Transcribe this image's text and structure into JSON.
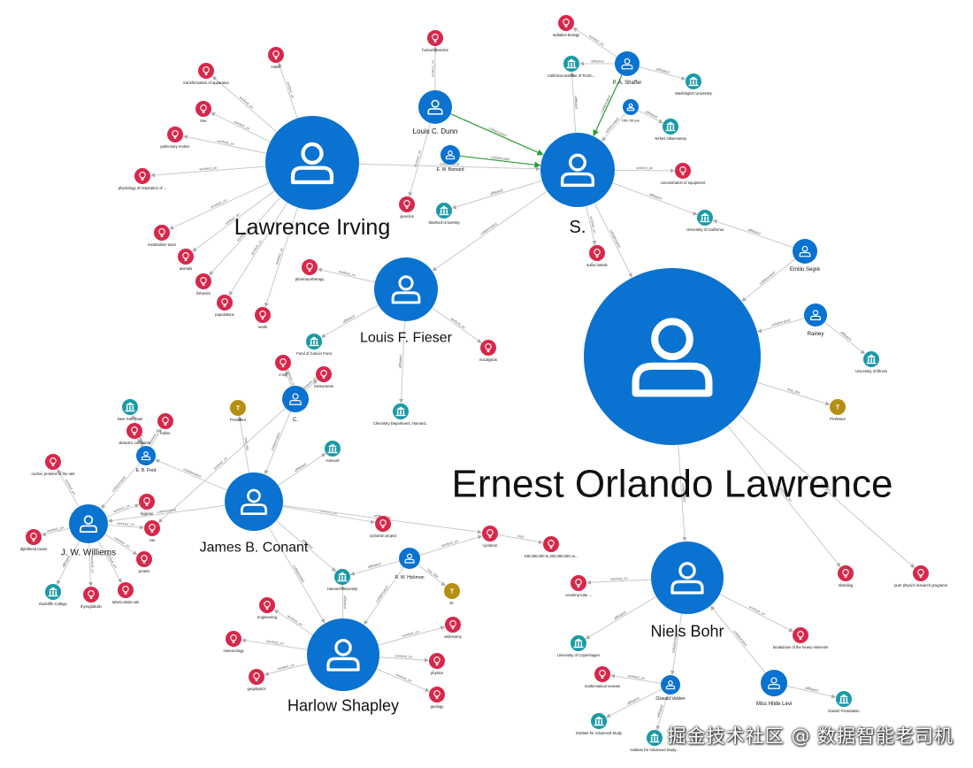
{
  "colors": {
    "person": "#0a72d0",
    "concept": "#d6284b",
    "institution": "#1a9aa6",
    "title": "#b58e12",
    "edge": "#c9c9c9",
    "edge_highlight": "#2e9a3a"
  },
  "nodes": [
    {
      "id": "lawrence",
      "type": "person",
      "label": "Ernest Orlando Lawrence"
    },
    {
      "id": "irving",
      "type": "person",
      "label": "Lawrence Irving"
    },
    {
      "id": "s",
      "type": "person",
      "label": "S."
    },
    {
      "id": "fieser",
      "type": "person",
      "label": "Louis F. Fieser"
    },
    {
      "id": "conant",
      "type": "person",
      "label": "James B. Conant"
    },
    {
      "id": "bohr",
      "type": "person",
      "label": "Niels Bohr"
    },
    {
      "id": "shapley",
      "type": "person",
      "label": "Harlow Shapley"
    },
    {
      "id": "williems",
      "type": "person",
      "label": "J. W. Williems"
    },
    {
      "id": "dunn",
      "type": "person",
      "label": "Louis C. Dunn"
    },
    {
      "id": "shaffer",
      "type": "person",
      "label": "P. A. Shaffer"
    },
    {
      "id": "segre",
      "type": "person",
      "label": "Emilio Segrè"
    },
    {
      "id": "rainey",
      "type": "person",
      "label": "Rainey"
    },
    {
      "id": "c",
      "type": "person",
      "label": "C."
    },
    {
      "id": "fred",
      "type": "person",
      "label": "E. B. Fred"
    },
    {
      "id": "hickman",
      "type": "person",
      "label": "R. W. Hickman"
    },
    {
      "id": "levi",
      "type": "person",
      "label": "Miss Hilde Levi"
    },
    {
      "id": "veblen",
      "type": "person",
      "label": "Oswald Veblen"
    },
    {
      "id": "struve",
      "type": "person",
      "label": "Otto Struve"
    },
    {
      "id": "barnard",
      "type": "person",
      "label": "E. W. Barnard"
    },
    {
      "id": "c_transform",
      "type": "concept",
      "label": "transformation of apparatus"
    },
    {
      "id": "c_insect",
      "type": "concept",
      "label": "insect"
    },
    {
      "id": "c_tree",
      "type": "concept",
      "label": "tree"
    },
    {
      "id": "c_pulmonary",
      "type": "concept",
      "label": "pulmonary motion"
    },
    {
      "id": "c_physiology",
      "type": "concept",
      "label": "physiology of respiration of ..."
    },
    {
      "id": "c_metabolism",
      "type": "concept",
      "label": "metabolism team"
    },
    {
      "id": "c_animals",
      "type": "concept",
      "label": "animals"
    },
    {
      "id": "c_fisheries",
      "type": "concept",
      "label": "fisheries"
    },
    {
      "id": "c_populations",
      "type": "concept",
      "label": "populations"
    },
    {
      "id": "c_seals",
      "type": "concept",
      "label": "seals"
    },
    {
      "id": "c_genetics",
      "type": "concept",
      "label": "human genetics"
    },
    {
      "id": "c_radiation",
      "type": "concept",
      "label": "radiation biology"
    },
    {
      "id": "c_concentration",
      "type": "concept",
      "label": "concentration of equipment"
    },
    {
      "id": "c_genetics2",
      "type": "concept",
      "label": "genetics"
    },
    {
      "id": "c_sulfur",
      "type": "concept",
      "label": "sulfur lamide"
    },
    {
      "id": "c_pharma",
      "type": "concept",
      "label": "pharmacotherapy"
    },
    {
      "id": "c_eucalyptus",
      "type": "concept",
      "label": "eucalyptus"
    },
    {
      "id": "c_x",
      "type": "concept",
      "label": "x-ray"
    },
    {
      "id": "c_instruments",
      "type": "concept",
      "label": "instruments"
    },
    {
      "id": "c_zo",
      "type": "concept",
      "label": "zoo"
    },
    {
      "id": "c_dielectric",
      "type": "concept",
      "label": "dielectric constants"
    },
    {
      "id": "c_nucleic",
      "type": "concept",
      "label": "nucleic proteins of the rats"
    },
    {
      "id": "c_hygiene",
      "type": "concept",
      "label": "hygiene"
    },
    {
      "id": "c_iodine",
      "type": "concept",
      "label": "iodine"
    },
    {
      "id": "c_protein",
      "type": "concept",
      "label": "protein"
    },
    {
      "id": "c_diphtheria",
      "type": "concept",
      "label": "diphtheria toxins"
    },
    {
      "id": "c_thyroglobulin",
      "type": "concept",
      "label": "thyroglobulin"
    },
    {
      "id": "c_tuberculosis",
      "type": "concept",
      "label": "tuberculosis rats"
    },
    {
      "id": "c_cyclotron_proj",
      "type": "concept",
      "label": "cyclotron project"
    },
    {
      "id": "c_cyclotron",
      "type": "concept",
      "label": "cyclotron"
    },
    {
      "id": "c_money",
      "type": "concept",
      "label": "100,000,000 to 200,000,000 vo..."
    },
    {
      "id": "c_engineering",
      "type": "concept",
      "label": "engineering"
    },
    {
      "id": "c_meteorology",
      "type": "concept",
      "label": "meteorology"
    },
    {
      "id": "c_geophysics",
      "type": "concept",
      "label": "geophysics"
    },
    {
      "id": "c_astronomy",
      "type": "concept",
      "label": "astronomy"
    },
    {
      "id": "c_physics",
      "type": "concept",
      "label": "physics"
    },
    {
      "id": "c_geology",
      "type": "concept",
      "label": "geology"
    },
    {
      "id": "c_counting",
      "type": "concept",
      "label": "counting tube ..."
    },
    {
      "id": "c_breakdown",
      "type": "concept",
      "label": "breakdown of the heavy elements"
    },
    {
      "id": "c_reviews",
      "type": "concept",
      "label": "mathematical reviews"
    },
    {
      "id": "c_shielding",
      "type": "concept",
      "label": "shielding"
    },
    {
      "id": "c_pure",
      "type": "concept",
      "label": "pure physics research programs"
    },
    {
      "id": "i_caltech",
      "type": "institution",
      "label": "California Institute of Techn..."
    },
    {
      "id": "i_washington",
      "type": "institution",
      "label": "Washington University"
    },
    {
      "id": "i_yerkes",
      "type": "institution",
      "label": "Yerkes Observatory"
    },
    {
      "id": "i_stanford",
      "type": "institution",
      "label": "Stanford University"
    },
    {
      "id": "i_ucal",
      "type": "institution",
      "label": "University of California"
    },
    {
      "id": "i_illinois",
      "type": "institution",
      "label": "University of Illinois"
    },
    {
      "id": "i_cancer",
      "type": "institution",
      "label": "Fund of Cancer Fund"
    },
    {
      "id": "i_chemistry",
      "type": "institution",
      "label": "Chemistry Department, Harvard..."
    },
    {
      "id": "i_newyork",
      "type": "institution",
      "label": "New York State"
    },
    {
      "id": "i_harvard",
      "type": "institution",
      "label": "Harvard"
    },
    {
      "id": "i_harvard_u",
      "type": "institution",
      "label": "Harvard University"
    },
    {
      "id": "i_radcliffe",
      "type": "institution",
      "label": "Radcliffe College"
    },
    {
      "id": "i_copenhagen",
      "type": "institution",
      "label": "University of Copenhagen"
    },
    {
      "id": "i_ias",
      "type": "institution",
      "label": "Institute for Advanced Study"
    },
    {
      "id": "i_ias2",
      "type": "institution",
      "label": "Institute for Advanced Study..."
    },
    {
      "id": "i_danish",
      "type": "institution",
      "label": "Danish Foundation"
    },
    {
      "id": "t_president",
      "type": "title",
      "label": "President"
    },
    {
      "id": "t_professor",
      "type": "title",
      "label": "Professor"
    },
    {
      "id": "t_dr",
      "type": "title",
      "label": "Dr."
    }
  ],
  "edges": [
    {
      "from": "irving",
      "to": "c_transform",
      "label": "worked_on"
    },
    {
      "from": "irving",
      "to": "c_insect",
      "label": "worked_on"
    },
    {
      "from": "irving",
      "to": "c_tree",
      "label": "worked_on"
    },
    {
      "from": "irving",
      "to": "c_pulmonary",
      "label": "worked_on"
    },
    {
      "from": "irving",
      "to": "c_physiology",
      "label": "worked_on"
    },
    {
      "from": "irving",
      "to": "c_metabolism",
      "label": "worked_on"
    },
    {
      "from": "irving",
      "to": "c_animals",
      "label": "worked_on"
    },
    {
      "from": "irving",
      "to": "c_fisheries",
      "label": "worked_on"
    },
    {
      "from": "irving",
      "to": "c_populations",
      "label": "worked_on"
    },
    {
      "from": "irving",
      "to": "c_seals",
      "label": "worked_on"
    },
    {
      "from": "irving",
      "to": "s",
      "label": "collaborated"
    },
    {
      "from": "dunn",
      "to": "c_genetics",
      "label": "worked_on"
    },
    {
      "from": "dunn",
      "to": "s",
      "label": "collaborated",
      "style": "green"
    },
    {
      "from": "dunn",
      "to": "c_genetics2",
      "label": "worked_on"
    },
    {
      "from": "barnard",
      "to": "s",
      "label": "collaborated",
      "style": "green"
    },
    {
      "from": "shaffer",
      "to": "s",
      "label": "collaborated",
      "style": "green"
    },
    {
      "from": "shaffer",
      "to": "c_radiation",
      "label": "worked_on"
    },
    {
      "from": "shaffer",
      "to": "i_caltech",
      "label": "affiliated"
    },
    {
      "from": "shaffer",
      "to": "i_washington",
      "label": "affiliated"
    },
    {
      "from": "struve",
      "to": "i_yerkes",
      "label": "affiliated"
    },
    {
      "from": "struve",
      "to": "s",
      "label": "collaborated"
    },
    {
      "from": "s",
      "to": "i_caltech",
      "label": "affiliated"
    },
    {
      "from": "s",
      "to": "c_concentration",
      "label": "worked_on"
    },
    {
      "from": "s",
      "to": "i_stanford",
      "label": "affiliated"
    },
    {
      "from": "s",
      "to": "c_sulfur",
      "label": "worked_on"
    },
    {
      "from": "s",
      "to": "i_ucal",
      "label": "affiliated"
    },
    {
      "from": "s",
      "to": "lawrence",
      "label": "collaborated"
    },
    {
      "from": "s",
      "to": "fieser",
      "label": "collaborated"
    },
    {
      "from": "fieser",
      "to": "c_pharma",
      "label": "worked_on"
    },
    {
      "from": "fieser",
      "to": "c_eucalyptus",
      "label": "worked_on"
    },
    {
      "from": "fieser",
      "to": "i_cancer",
      "label": "affiliated"
    },
    {
      "from": "fieser",
      "to": "i_chemistry",
      "label": "affiliated"
    },
    {
      "from": "ucal_segre",
      "to": "i_ucal",
      "label": "affiliated"
    },
    {
      "from": "segre",
      "to": "i_ucal",
      "label": "affiliated"
    },
    {
      "from": "segre",
      "to": "lawrence",
      "label": "collaborated"
    },
    {
      "from": "rainey",
      "to": "lawrence",
      "label": "collaborated"
    },
    {
      "from": "rainey",
      "to": "i_illinois",
      "label": "affiliated"
    },
    {
      "from": "lawrence",
      "to": "t_professor",
      "label": "has_title"
    },
    {
      "from": "lawrence",
      "to": "c_shielding",
      "label": "worked_on"
    },
    {
      "from": "lawrence",
      "to": "c_pure",
      "label": "worked_on"
    },
    {
      "from": "lawrence",
      "to": "bohr",
      "label": "collaborated"
    },
    {
      "from": "c",
      "to": "c_x",
      "label": "worked_on"
    },
    {
      "from": "c",
      "to": "c_instruments",
      "label": "worked_on"
    },
    {
      "from": "c",
      "to": "c_zo",
      "label": "worked_on"
    },
    {
      "from": "c",
      "to": "conant",
      "label": "collaborated"
    },
    {
      "from": "conant",
      "to": "t_president",
      "label": "has_title"
    },
    {
      "from": "conant",
      "to": "i_harvard",
      "label": "affiliated"
    },
    {
      "from": "conant",
      "to": "fred",
      "label": "collaborated"
    },
    {
      "from": "conant",
      "to": "williems",
      "label": "collaborated"
    },
    {
      "from": "conant",
      "to": "c_cyclotron_proj",
      "label": "worked_on"
    },
    {
      "from": "conant",
      "to": "c_cyclotron",
      "label": "worked_on"
    },
    {
      "from": "conant",
      "to": "i_harvard_u",
      "label": "affiliated"
    },
    {
      "from": "conant",
      "to": "shapley",
      "label": "collaborated"
    },
    {
      "from": "fred",
      "to": "i_newyork",
      "label": "affiliated"
    },
    {
      "from": "fred",
      "to": "c_dielectric",
      "label": "worked_on"
    },
    {
      "from": "fred",
      "to": "c_iodine",
      "label": "worked_on"
    },
    {
      "from": "fred",
      "to": "williems",
      "label": "collaborated"
    },
    {
      "from": "williems",
      "to": "c_nucleic",
      "label": "worked_on"
    },
    {
      "from": "williems",
      "to": "c_hygiene",
      "label": "worked_on"
    },
    {
      "from": "williems",
      "to": "c_protein",
      "label": "worked_on"
    },
    {
      "from": "williems",
      "to": "c_diphtheria",
      "label": "worked_on"
    },
    {
      "from": "williems",
      "to": "i_radcliffe",
      "label": "affiliated"
    },
    {
      "from": "williems",
      "to": "c_thyroglobulin",
      "label": "worked_on"
    },
    {
      "from": "williems",
      "to": "c_tuberculosis",
      "label": "worked_on"
    },
    {
      "from": "williems",
      "to": "c_zo",
      "label": "worked_on"
    },
    {
      "from": "c_cyclotron",
      "to": "c_money",
      "label": "cost"
    },
    {
      "from": "hickman",
      "to": "c_cyclotron",
      "label": "worked_on"
    },
    {
      "from": "hickman",
      "to": "t_dr",
      "label": "has_title"
    },
    {
      "from": "hickman",
      "to": "i_harvard_u",
      "label": "affiliated"
    },
    {
      "from": "hickman",
      "to": "shapley",
      "label": "collaborated"
    },
    {
      "from": "shapley",
      "to": "c_engineering",
      "label": "worked_on"
    },
    {
      "from": "shapley",
      "to": "c_meteorology",
      "label": "worked_on"
    },
    {
      "from": "shapley",
      "to": "c_geophysics",
      "label": "worked_on"
    },
    {
      "from": "shapley",
      "to": "c_astronomy",
      "label": "worked_on"
    },
    {
      "from": "shapley",
      "to": "c_physics",
      "label": "worked_on"
    },
    {
      "from": "shapley",
      "to": "c_geology",
      "label": "worked_on"
    },
    {
      "from": "shapley",
      "to": "i_harvard_u",
      "label": "affiliated"
    },
    {
      "from": "bohr",
      "to": "c_counting",
      "label": "worked_on"
    },
    {
      "from": "bohr",
      "to": "i_copenhagen",
      "label": "affiliated"
    },
    {
      "from": "bohr",
      "to": "c_breakdown",
      "label": "worked_on"
    },
    {
      "from": "bohr",
      "to": "veblen",
      "label": "collaborated"
    },
    {
      "from": "levi",
      "to": "bohr",
      "label": "collaborated"
    },
    {
      "from": "levi",
      "to": "i_danish",
      "label": "affiliated"
    },
    {
      "from": "veblen",
      "to": "c_reviews",
      "label": "worked_on"
    },
    {
      "from": "veblen",
      "to": "i_ias",
      "label": "affiliated"
    },
    {
      "from": "veblen",
      "to": "i_ias2",
      "label": "affiliated"
    }
  ],
  "watermark": "掘金技术社区 @ 数据智能老司机"
}
